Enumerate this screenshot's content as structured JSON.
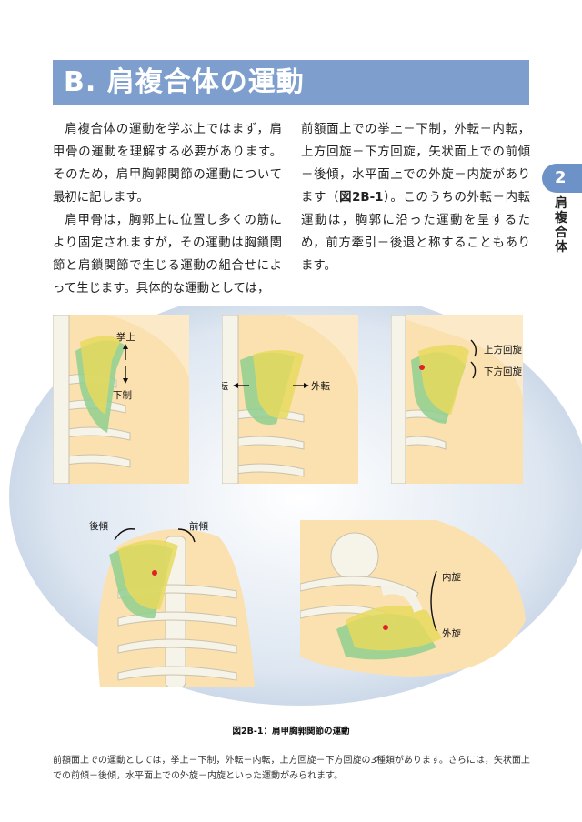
{
  "section": {
    "title": "B. 肩複合体の運動",
    "col_left": [
      "肩複合体の運動を学ぶ上ではまず，肩甲骨の運動を理解する必要があります。そのため，肩甲胸郭関節の運動について最初に記します。",
      "肩甲骨は，胸郭上に位置し多くの筋により固定されますが，その運動は胸鎖関節と肩鎖関節で生じる運動の組合せによって生じます。具体的な運動としては，"
    ],
    "col_right_before": "前額面上での挙上－下制，外転－内転，上方回旋－下方回旋，矢状面上での前傾－後傾，水平面上での外旋－内旋があります（",
    "col_right_ref": "図2B-1",
    "col_right_after": "）。このうちの外転－内転運動は，胸郭に沿った運動を呈するため，前方牽引－後退と称することもあります。"
  },
  "side_tab": {
    "number": "2",
    "title": "肩複合体"
  },
  "figure": {
    "labels": {
      "elevation": "挙上",
      "depression": "下制",
      "adduction": "内転",
      "abduction": "外転",
      "upward_rotation": "上方回旋",
      "downward_rotation": "下方回旋",
      "posterior_tilt": "後傾",
      "anterior_tilt": "前傾",
      "internal_rotation": "内旋",
      "external_rotation": "外旋"
    },
    "caption": "図2B-1：肩甲胸郭関節の運動",
    "colors": {
      "skin": "#fbe9c8",
      "scapula_yellow": "#e6d95e",
      "scapula_green": "#8fcf8f",
      "bone": "#f4f1e6",
      "marker": "#e0202a"
    }
  },
  "note": "前額面上での運動としては，挙上－下制，外転－内転，上方回旋－下方回旋の3種類があります。さらには，矢状面上での前傾－後傾，水平面上での外旋－内旋といった運動がみられます。"
}
